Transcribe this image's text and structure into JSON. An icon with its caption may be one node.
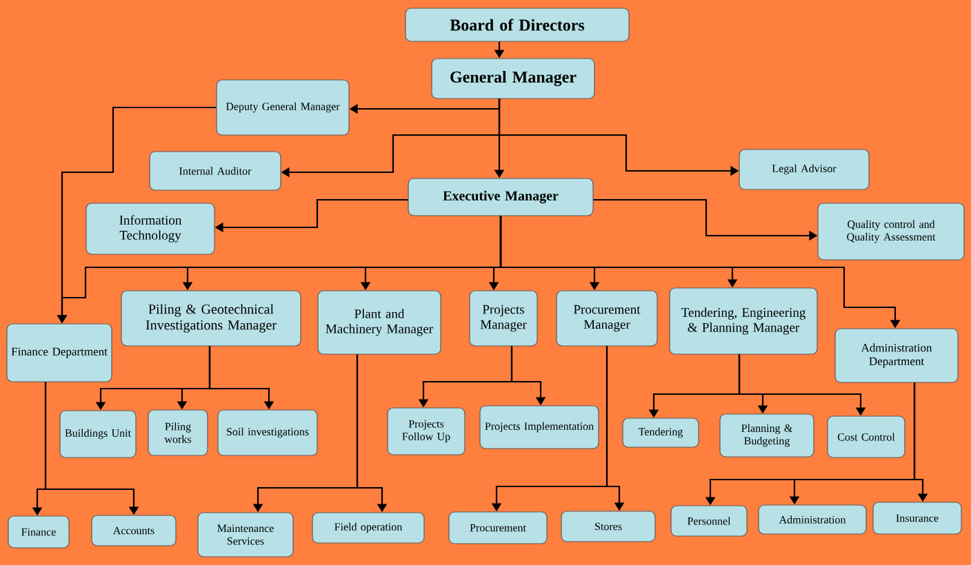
{
  "diagram": {
    "nodes": [
      {
        "text": [
          "Board of Directors"
        ]
      },
      {
        "text": [
          "General Manager"
        ]
      },
      {
        "text": [
          "Deputy General Manager"
        ]
      },
      {
        "text": [
          "Internal Auditor"
        ]
      },
      {
        "text": [
          "Legal Advisor"
        ]
      },
      {
        "text": [
          "Executive Manager"
        ]
      },
      {
        "text": [
          "Information Technology"
        ]
      },
      {
        "text": [
          "Quality control and Quality Assessment"
        ]
      },
      {
        "text": [
          "Finance Department"
        ]
      },
      {
        "text": [
          "Piling & Geotechnical Investigations Manager"
        ]
      },
      {
        "text": [
          "Plant and Machinery Manager"
        ]
      },
      {
        "text": [
          "Projects Manager"
        ]
      },
      {
        "text": [
          "Procurement Manager"
        ]
      },
      {
        "text": [
          "Tendering, Engineering & Planning Manager"
        ]
      },
      {
        "text": [
          "Administration Department"
        ]
      },
      {
        "text": [
          "Buildings Unit"
        ]
      },
      {
        "text": [
          "Piling works"
        ]
      },
      {
        "text": [
          "Soil investigations"
        ]
      },
      {
        "text": [
          "Projects Follow Up"
        ]
      },
      {
        "text": [
          "Projects Implementation"
        ]
      },
      {
        "text": [
          "Tendering"
        ]
      },
      {
        "text": [
          "Planning & Budgeting"
        ]
      },
      {
        "text": [
          "Cost Control"
        ]
      },
      {
        "text": [
          "Finance"
        ]
      },
      {
        "text": [
          "Accounts"
        ]
      },
      {
        "text": [
          "Maintenance Services"
        ]
      },
      {
        "text": [
          "Field operation"
        ]
      },
      {
        "text": [
          "Procurement"
        ]
      },
      {
        "text": [
          "Stores"
        ]
      },
      {
        "text": [
          "Personnel"
        ]
      },
      {
        "text": [
          "Administration"
        ]
      },
      {
        "text": [
          "Insurance"
        ]
      }
    ],
    "edges": [
      {
        "from": 0,
        "to": 1,
        "arrow": "to"
      },
      {
        "from": 1,
        "to": 2,
        "arrow": "to"
      },
      {
        "from": 1,
        "to": 3,
        "arrow": "to"
      },
      {
        "from": 1,
        "to": 4,
        "arrow": "to"
      },
      {
        "from": 1,
        "to": 5,
        "arrow": "to"
      },
      {
        "from": 5,
        "to": 6,
        "arrow": "to"
      },
      {
        "from": 5,
        "to": 7,
        "arrow": "to"
      },
      {
        "from": 2,
        "to": 8,
        "arrow": "to"
      },
      {
        "from": 5,
        "to": 8,
        "arrow": "to"
      },
      {
        "from": 5,
        "to": 9,
        "arrow": "to"
      },
      {
        "from": 5,
        "to": 10,
        "arrow": "to"
      },
      {
        "from": 5,
        "to": 11,
        "arrow": "to"
      },
      {
        "from": 5,
        "to": 12,
        "arrow": "to"
      },
      {
        "from": 5,
        "to": 13,
        "arrow": "to"
      },
      {
        "from": 5,
        "to": 14,
        "arrow": "to"
      },
      {
        "from": 9,
        "to": 15,
        "arrow": "to"
      },
      {
        "from": 9,
        "to": 16,
        "arrow": "to"
      },
      {
        "from": 9,
        "to": 17,
        "arrow": "to"
      },
      {
        "from": 11,
        "to": 18,
        "arrow": "to"
      },
      {
        "from": 11,
        "to": 19,
        "arrow": "to"
      },
      {
        "from": 13,
        "to": 20,
        "arrow": "to"
      },
      {
        "from": 13,
        "to": 21,
        "arrow": "to"
      },
      {
        "from": 13,
        "to": 22,
        "arrow": "to"
      },
      {
        "from": 8,
        "to": 23,
        "arrow": "to"
      },
      {
        "from": 8,
        "to": 24,
        "arrow": "to"
      },
      {
        "from": 10,
        "to": 25,
        "arrow": "to"
      },
      {
        "from": 10,
        "to": 26,
        "arrow": "to"
      },
      {
        "from": 12,
        "to": 27,
        "arrow": "to"
      },
      {
        "from": 12,
        "to": 28,
        "arrow": "to"
      },
      {
        "from": 14,
        "to": 29,
        "arrow": "to"
      },
      {
        "from": 14,
        "to": 30,
        "arrow": "to"
      },
      {
        "from": 14,
        "to": 31,
        "arrow": "to"
      }
    ]
  }
}
